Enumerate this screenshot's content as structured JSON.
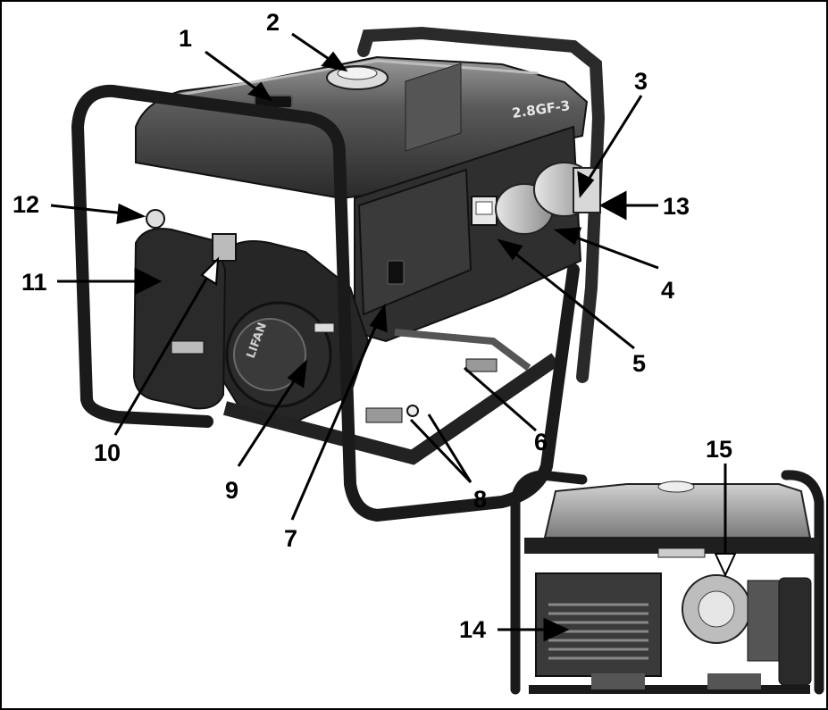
{
  "callouts": [
    "1",
    "2",
    "3",
    "4",
    "5",
    "6",
    "7",
    "8",
    "9",
    "10",
    "11",
    "12",
    "13",
    "14",
    "15"
  ],
  "model_label": "2.8GF-3",
  "brand_text": "LIFAN",
  "panel_plate_text": "2.8GF-3",
  "colors": {
    "frame": "#1a1a1a",
    "tank": "#3e3e3e",
    "tank_highlight": "#8a8a8a",
    "body": "#2b2b2b",
    "socket": "#cfcfcf",
    "line": "#000000",
    "background": "#ffffff"
  }
}
